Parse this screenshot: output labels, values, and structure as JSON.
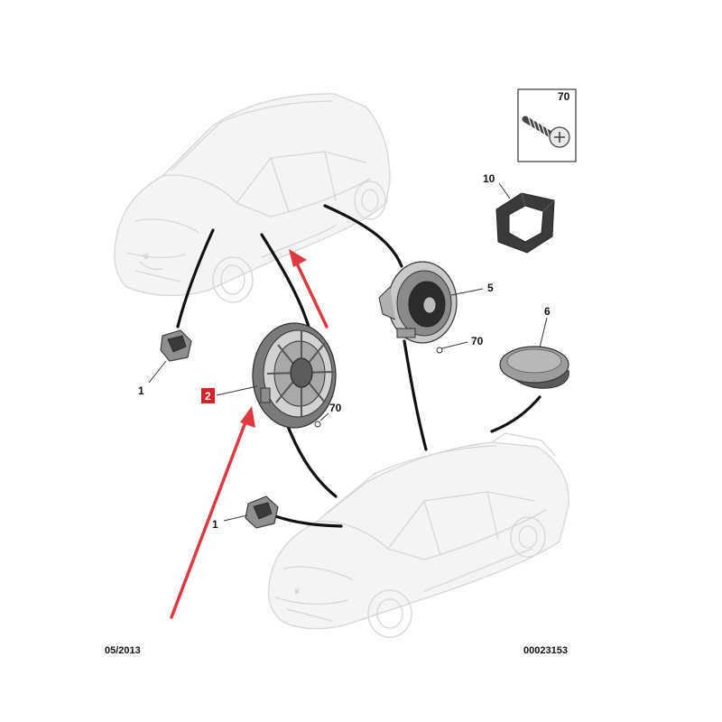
{
  "diagram": {
    "date_code": "05/2013",
    "reference_number": "00023153",
    "legend_box_label": "70",
    "callouts": {
      "part_1_upper": "1",
      "part_1_lower": "1",
      "part_2": "2",
      "part_5": "5",
      "part_6": "6",
      "part_10": "10",
      "part_70_a": "70",
      "part_70_b": "70"
    },
    "colors": {
      "highlight_box": "#d9202b",
      "red_arrows": "#e0383f",
      "connector_lines": "#111111",
      "car_outline": "#d6d6d6"
    },
    "icons": [
      "screw-icon",
      "hatchback-car-icon",
      "sedan-car-icon",
      "woofer-speaker-icon",
      "coaxial-speaker-icon",
      "tweeter-icon",
      "foam-ring-icon",
      "connector-plug-icon"
    ]
  }
}
